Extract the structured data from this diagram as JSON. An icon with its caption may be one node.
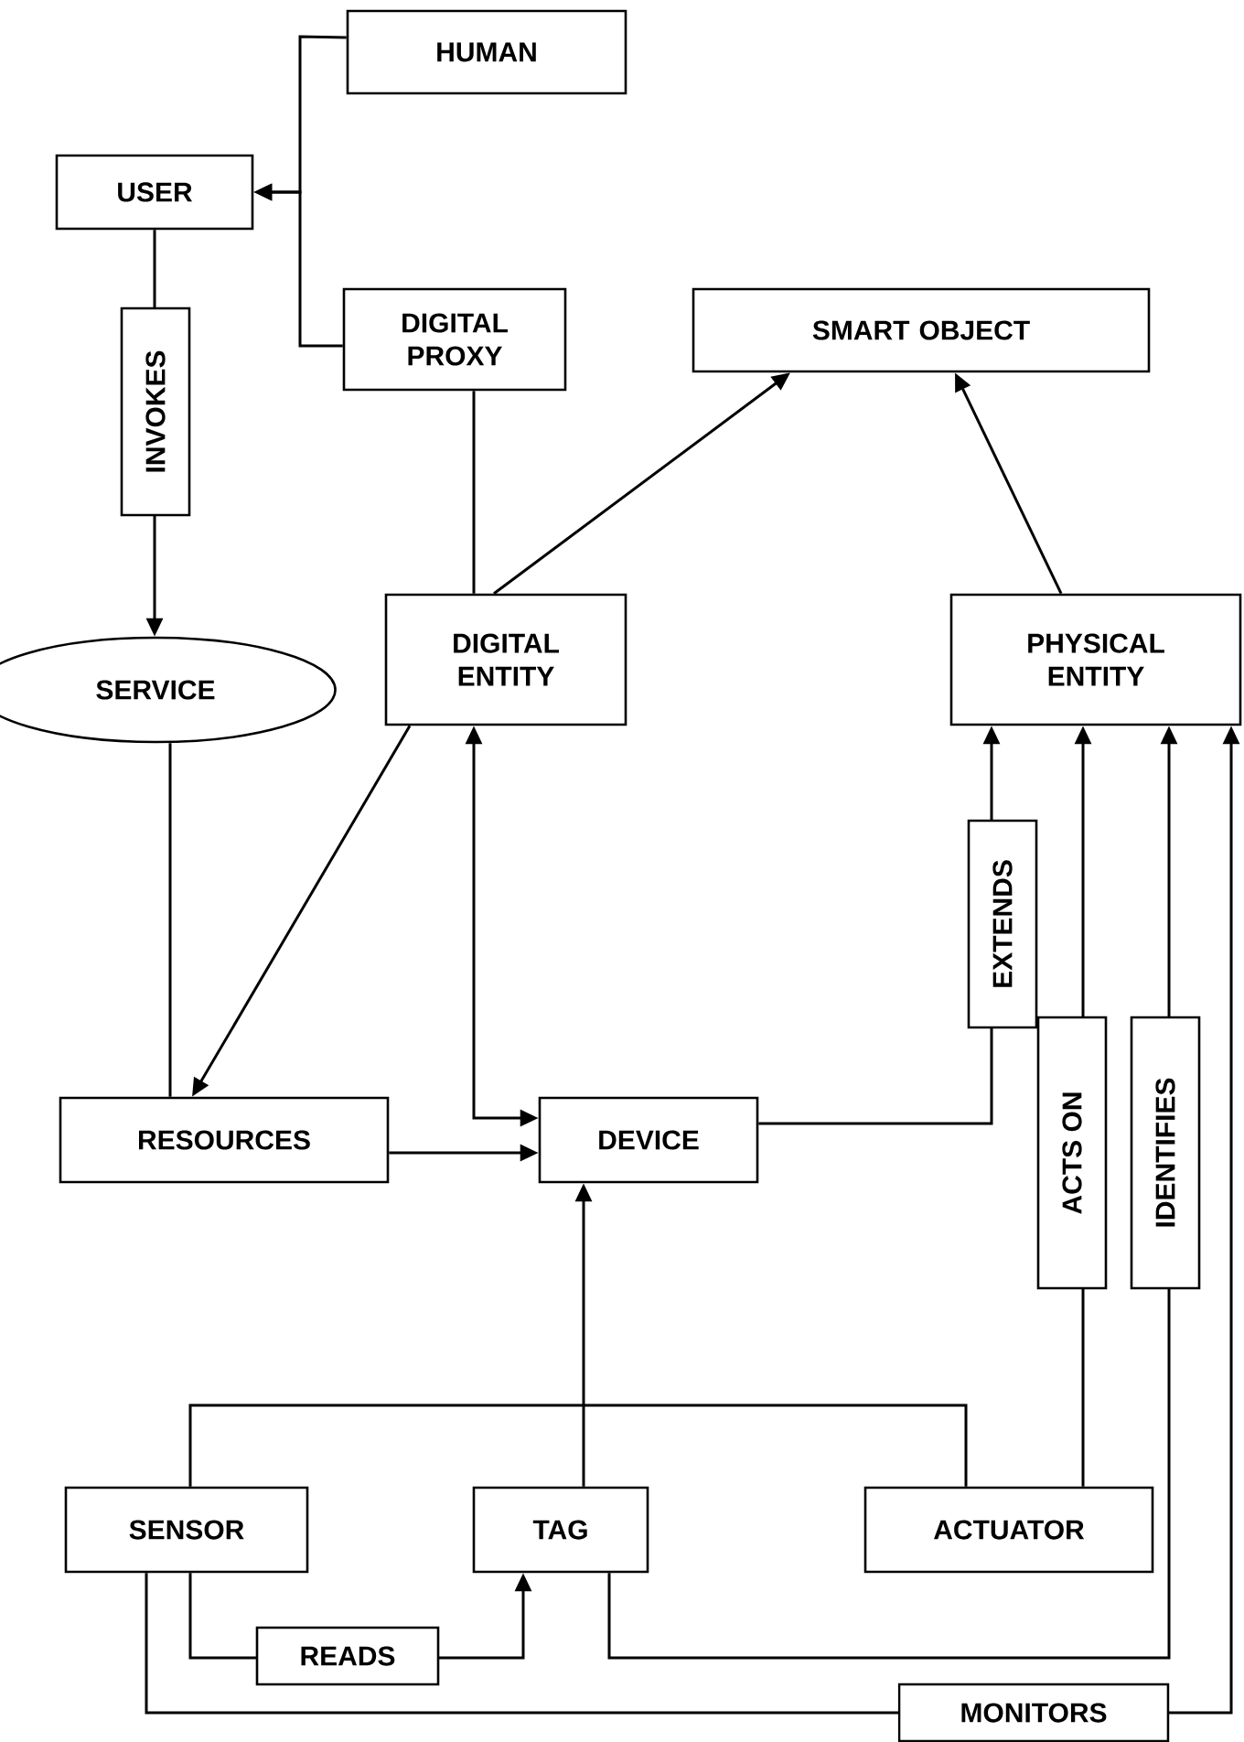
{
  "diagram": {
    "nodes": [
      {
        "text": [
          "HUMAN"
        ]
      },
      {
        "text": [
          "USER"
        ]
      },
      {
        "text": [
          "DIGITAL PROXY"
        ]
      },
      {
        "text": [
          "SMART OBJECT"
        ]
      },
      {
        "text": [
          "SERVICE"
        ]
      },
      {
        "text": [
          "DIGITAL ENTITY"
        ]
      },
      {
        "text": [
          "PHYSICAL ENTITY"
        ]
      },
      {
        "text": [
          "RESOURCES"
        ]
      },
      {
        "text": [
          "DEVICE"
        ]
      },
      {
        "text": [
          "SENSOR"
        ]
      },
      {
        "text": [
          "TAG"
        ]
      },
      {
        "text": [
          "ACTUATOR"
        ]
      }
    ],
    "edges": [
      {
        "from": 0,
        "to": 1,
        "arrow": "to"
      },
      {
        "from": 2,
        "to": 1,
        "arrow": "to"
      },
      {
        "from": 1,
        "to": 4,
        "arrow": "to",
        "label": "INVOKES"
      },
      {
        "from": 2,
        "to": 5,
        "arrow": "none"
      },
      {
        "from": 5,
        "to": 3,
        "arrow": "to"
      },
      {
        "from": 6,
        "to": 3,
        "arrow": "to"
      },
      {
        "from": 4,
        "to": 7,
        "arrow": "none"
      },
      {
        "from": 5,
        "to": 7,
        "arrow": "to"
      },
      {
        "from": 5,
        "to": 8,
        "arrow": "both"
      },
      {
        "from": 7,
        "to": 8,
        "arrow": "to"
      },
      {
        "from": 8,
        "to": 6,
        "arrow": "to",
        "label": "EXTENDS"
      },
      {
        "from": 11,
        "to": 6,
        "arrow": "to",
        "label": "ACTS ON"
      },
      {
        "from": 10,
        "to": 6,
        "arrow": "to",
        "label": "IDENTIFIES"
      },
      {
        "from": 9,
        "to": 6,
        "arrow": "to",
        "label": "MONITORS"
      },
      {
        "from": 9,
        "to": 10,
        "arrow": "to",
        "label": "READS"
      },
      {
        "from": 10,
        "to": 8,
        "arrow": "to"
      },
      {
        "from": 9,
        "to": 11,
        "arrow": "none"
      }
    ]
  }
}
